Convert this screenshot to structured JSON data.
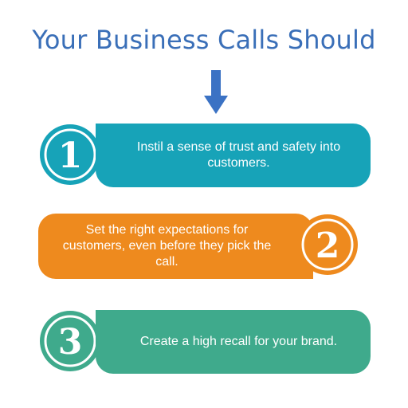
{
  "title": "Your Business Calls Should",
  "colors": {
    "title": "#3a6fb8",
    "arrow": "#3b72c4",
    "step1": "#17a3b8",
    "step2": "#ee8a1e",
    "step3": "#3faa8c"
  },
  "steps": [
    {
      "number": "1",
      "text": "Instil a sense of trust and safety into customers."
    },
    {
      "number": "2",
      "text": "Set the right expectations for customers, even before they pick the call."
    },
    {
      "number": "3",
      "text": "Create a high recall for your brand."
    }
  ]
}
